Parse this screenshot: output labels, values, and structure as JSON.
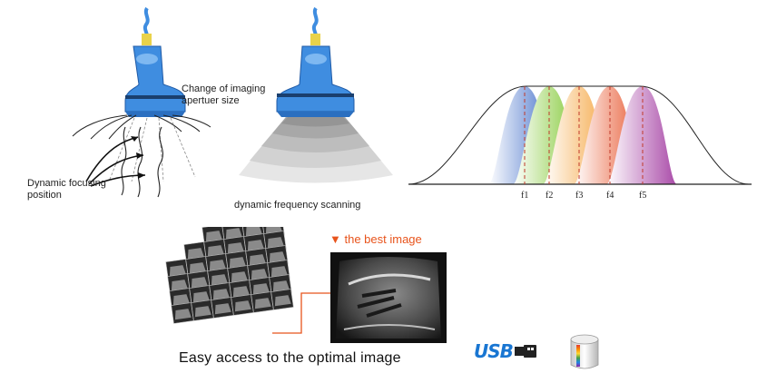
{
  "labels": {
    "aperture_line1": "Change of imaging",
    "aperture_line2": "apertuer size",
    "focus_line1": "Dynamic focusing",
    "focus_line2": "position",
    "freq_scan": "dynamic frequency scanning",
    "best_image": "▼ the best image",
    "caption": "Easy access to the optimal image",
    "usb": "USB"
  },
  "freq_ticks": [
    "f1",
    "f2",
    "f3",
    "f4",
    "f5"
  ],
  "colors": {
    "probe_blue": "#3f8de0",
    "probe_dark": "#1a3f6e",
    "cable_yellow": "#e9d24a",
    "accent_orange": "#e8541c",
    "usb_blue": "#1976d2",
    "band_colors": [
      "#3a68c7",
      "#7cc62c",
      "#f4a23a",
      "#e7562e",
      "#a94aa8"
    ]
  },
  "icons": {
    "probe": "ultrasound-probe-icon",
    "usb": "usb-logo-icon",
    "storage": "storage-cylinder-icon"
  }
}
